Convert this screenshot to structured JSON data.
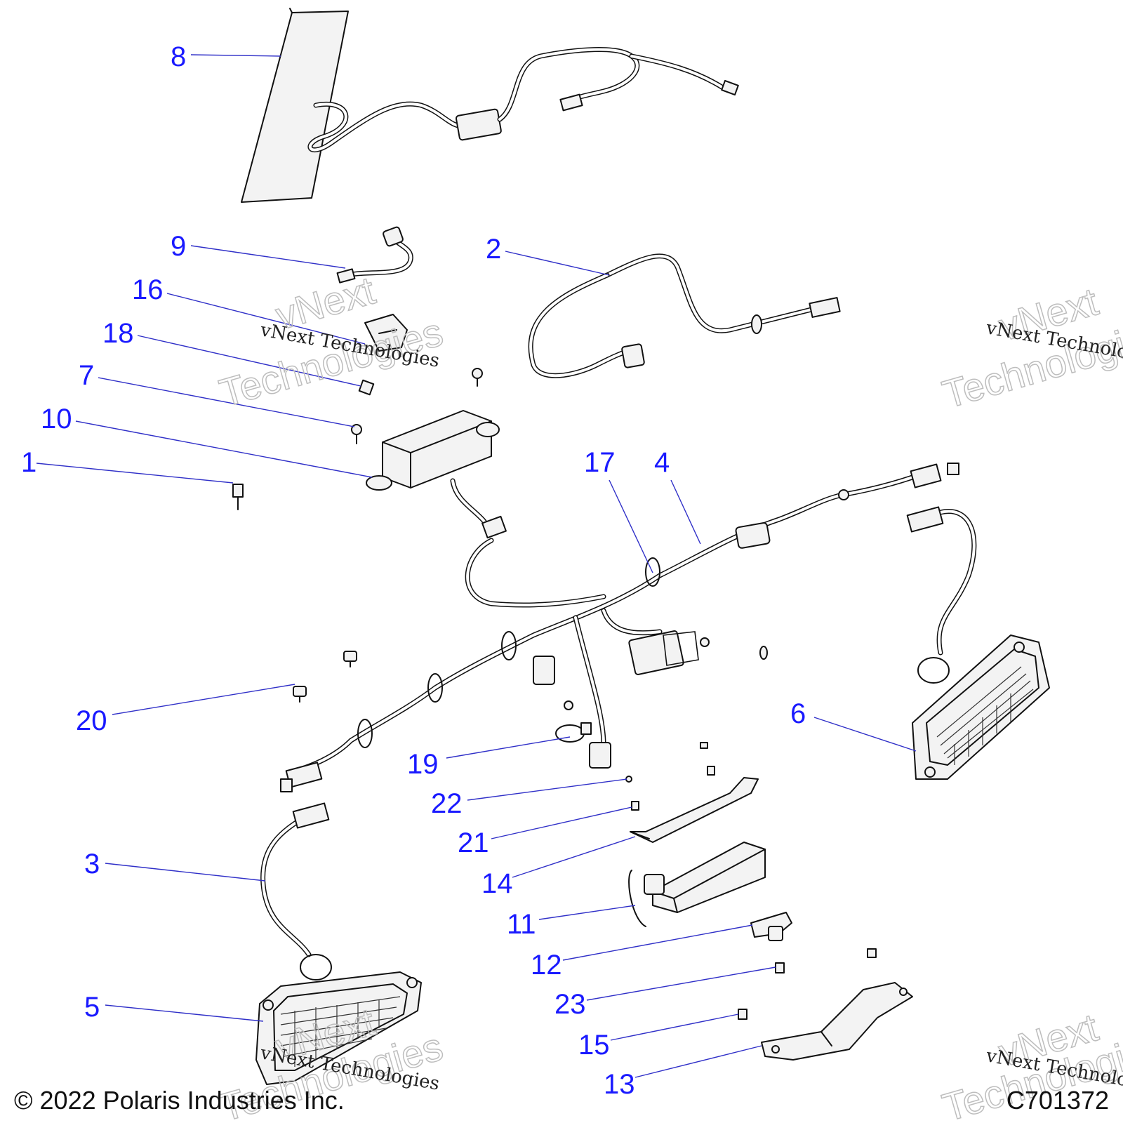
{
  "callouts": {
    "c8": "8",
    "c9": "9",
    "c2": "2",
    "c16": "16",
    "c18": "18",
    "c7": "7",
    "c10": "10",
    "c1": "1",
    "c17": "17",
    "c4": "4",
    "c20": "20",
    "c6": "6",
    "c19": "19",
    "c22": "22",
    "c21": "21",
    "c3": "3",
    "c14": "14",
    "c11": "11",
    "c12": "12",
    "c23": "23",
    "c5": "5",
    "c15": "15",
    "c13": "13"
  },
  "watermark": {
    "brand": "vNext",
    "line": "vNext Technologies",
    "word": "Technologies"
  },
  "footer": {
    "copyright": "© 2022 Polaris Industries Inc.",
    "diagram_id": "C701372"
  }
}
